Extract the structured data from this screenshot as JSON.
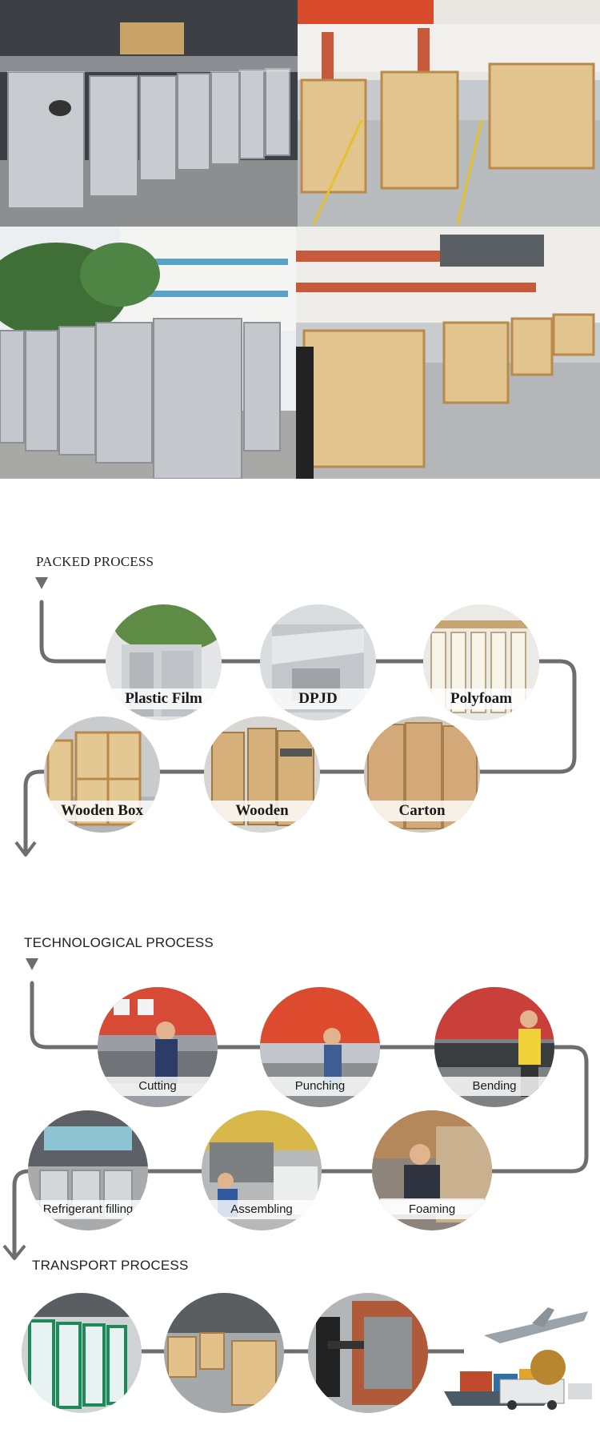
{
  "sections": {
    "packed": {
      "title": "PACKED PROCESS",
      "steps": [
        "Plastic Film",
        "DPJD",
        "Polyfoam",
        "Wooden Box",
        "Wooden",
        "Carton"
      ]
    },
    "technological": {
      "title": "TECHNOLOGICAL PROCESS",
      "steps": [
        "Cutting",
        "Punching",
        "Bending",
        "Refrigerant filling",
        "Assembling",
        "Foaming"
      ]
    },
    "transport": {
      "title": "TRANSPORT PROCESS"
    }
  },
  "colors": {
    "flow_line": "#6e6e6e",
    "wood": "#d9b27a",
    "steel": "#b8bcc0"
  }
}
